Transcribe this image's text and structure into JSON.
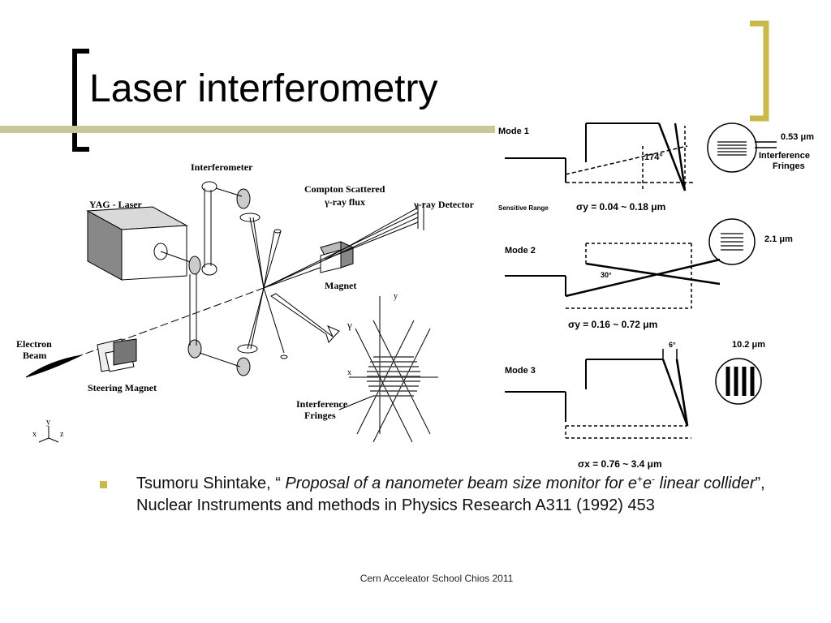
{
  "slide": {
    "title": "Laser interferometry",
    "accent_color": "#c9b84a",
    "rule_color": "#c8c79a"
  },
  "left_figure": {
    "interferometer": "Interferometer",
    "compton_line1": "Compton Scattered",
    "compton_line2": "γ-ray flux",
    "gamma_detector": "γ-ray Detector",
    "yag_laser": "YAG - Laser",
    "magnet": "Magnet",
    "electron_beam_line1": "Electron",
    "electron_beam_line2": "Beam",
    "steering_magnet": "Steering Magnet",
    "gamma": "γ",
    "axis_y": "y",
    "axis_x": "x",
    "fringes_line1": "Interference",
    "fringes_line2": "Fringes",
    "triad_x": "x",
    "triad_y": "y",
    "triad_z": "z"
  },
  "right_figure": {
    "mode1": "Mode 1",
    "mode1_angle": "174°",
    "mode1_spacing": "0.53 μm",
    "mode1_fringes_line1": "Interference",
    "mode1_fringes_line2": "Fringes",
    "sensitive_range": "Sensitive Range",
    "mode1_sigma": "σy = 0.04 ~ 0.18 μm",
    "mode2": "Mode 2",
    "mode2_angle": "30°",
    "mode2_spacing": "2.1 μm",
    "mode2_sigma": "σy = 0.16 ~ 0.72 μm",
    "mode3": "Mode 3",
    "mode3_angle": "6°",
    "mode3_spacing": "10.2 μm",
    "mode3_sigma": "σx = 0.76 ~ 3.4 μm"
  },
  "reference": {
    "author": "Tsumoru Shintake, “ ",
    "title_a": "Proposal of a nanometer beam size monitor for e",
    "sup_plus": "+",
    "title_b": "e",
    "sup_minus": "-",
    "title_c": " linear collider",
    "rest": "”, Nuclear Instruments and methods in Physics Research A311 (1992) 453"
  },
  "footer": "Cern Acceleator School Chios 2011"
}
